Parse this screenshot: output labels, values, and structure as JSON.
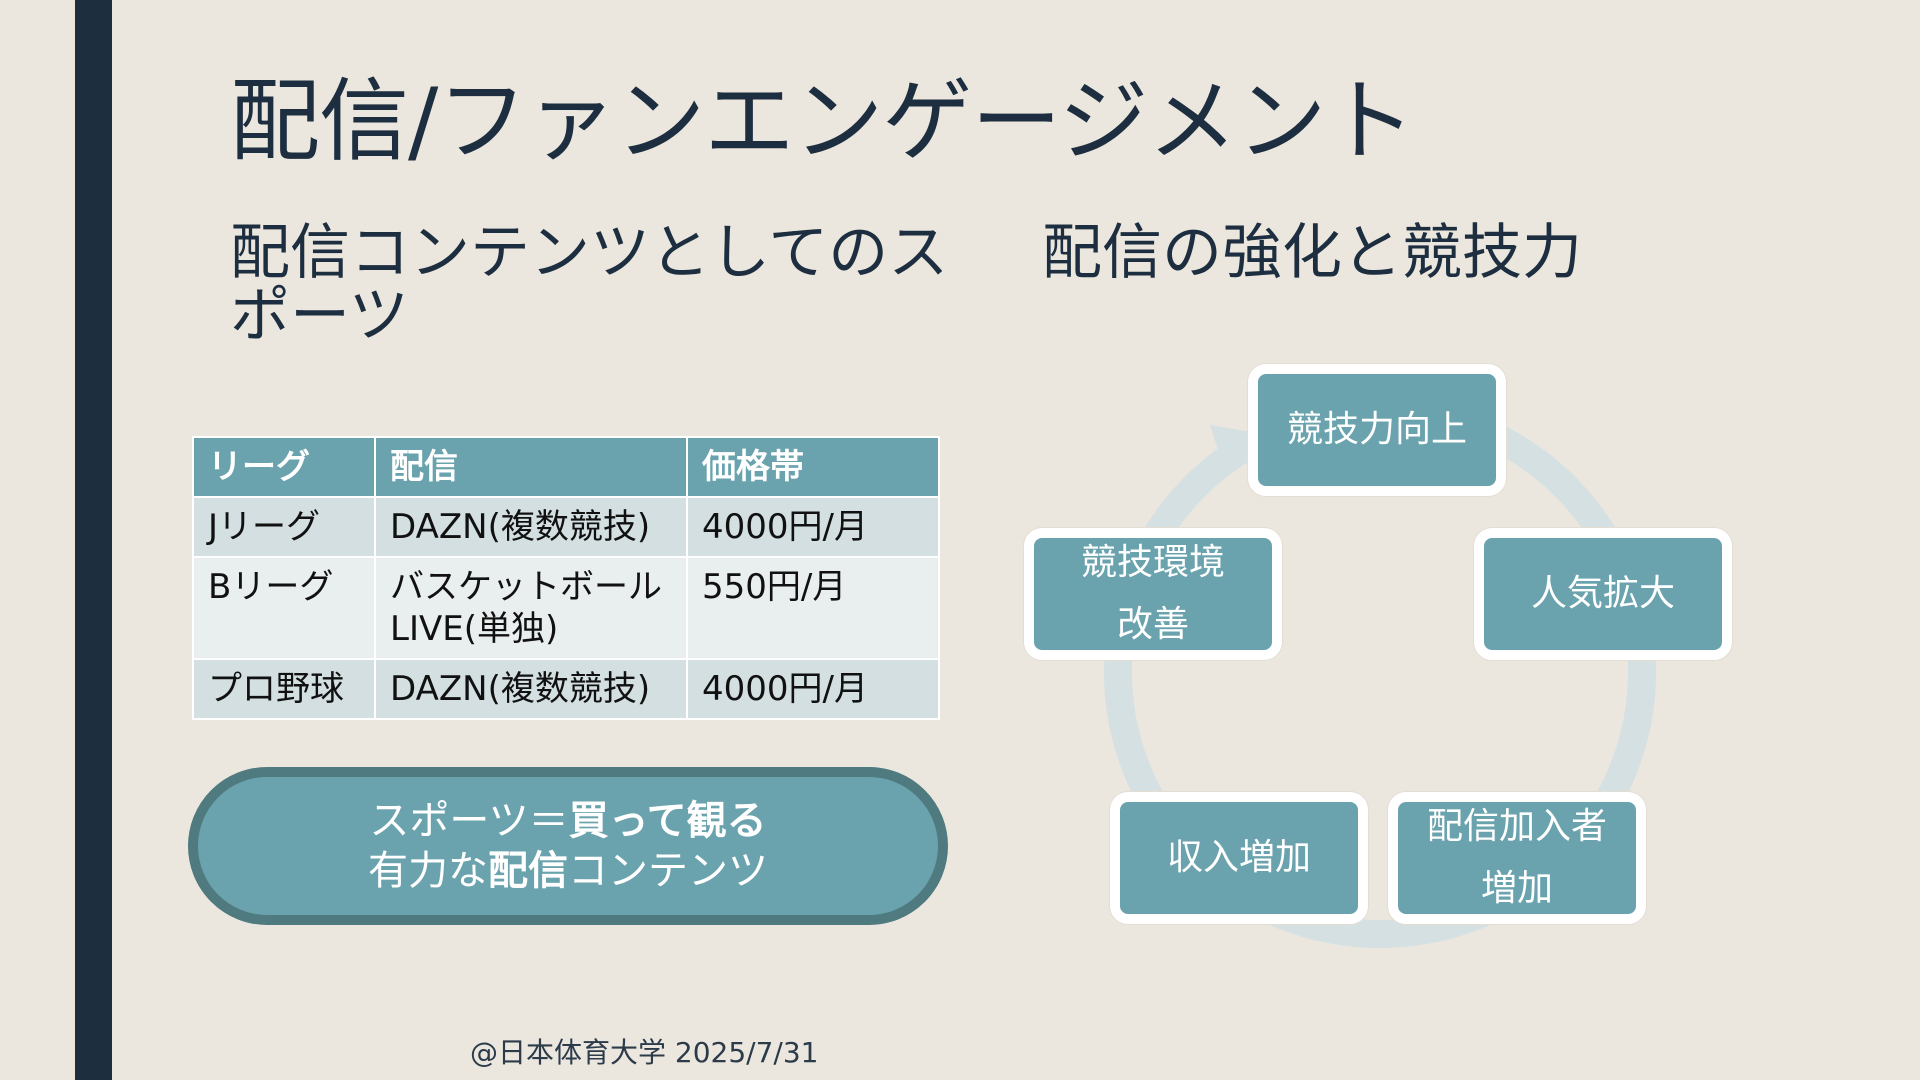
{
  "slide": {
    "title": "配信/ファンエンゲージメント",
    "left_heading": "配信コンテンツとしてのスポーツ",
    "right_heading": "配信の強化と競技力",
    "footer": "@日本体育大学 2025/7/31"
  },
  "table": {
    "headers": [
      "リーグ",
      "配信",
      "価格帯"
    ],
    "rows": [
      [
        "Jリーグ",
        "DAZN(複数競技)",
        "4000円/月"
      ],
      [
        "Bリーグ",
        "バスケットボールLIVE(単独)",
        "550円/月"
      ],
      [
        "プロ野球",
        "DAZN(複数競技)",
        "4000円/月"
      ]
    ]
  },
  "callout": {
    "line1_plain": "スポーツ＝",
    "line1_bold": "買って観る",
    "line2_plain_a": "有力な",
    "line2_bold": "配信",
    "line2_plain_b": "コンテンツ"
  },
  "cycle": {
    "nodes": [
      "競技力向上",
      "人気拡大",
      "配信加入者増加",
      "収入増加",
      "競技環境改善"
    ]
  },
  "colors": {
    "background": "#ece7de",
    "accent_bar": "#1d2e3f",
    "teal": "#6aa3ad",
    "teal_dark": "#4e7a80",
    "cycle_ring": "#d4e0e2"
  }
}
